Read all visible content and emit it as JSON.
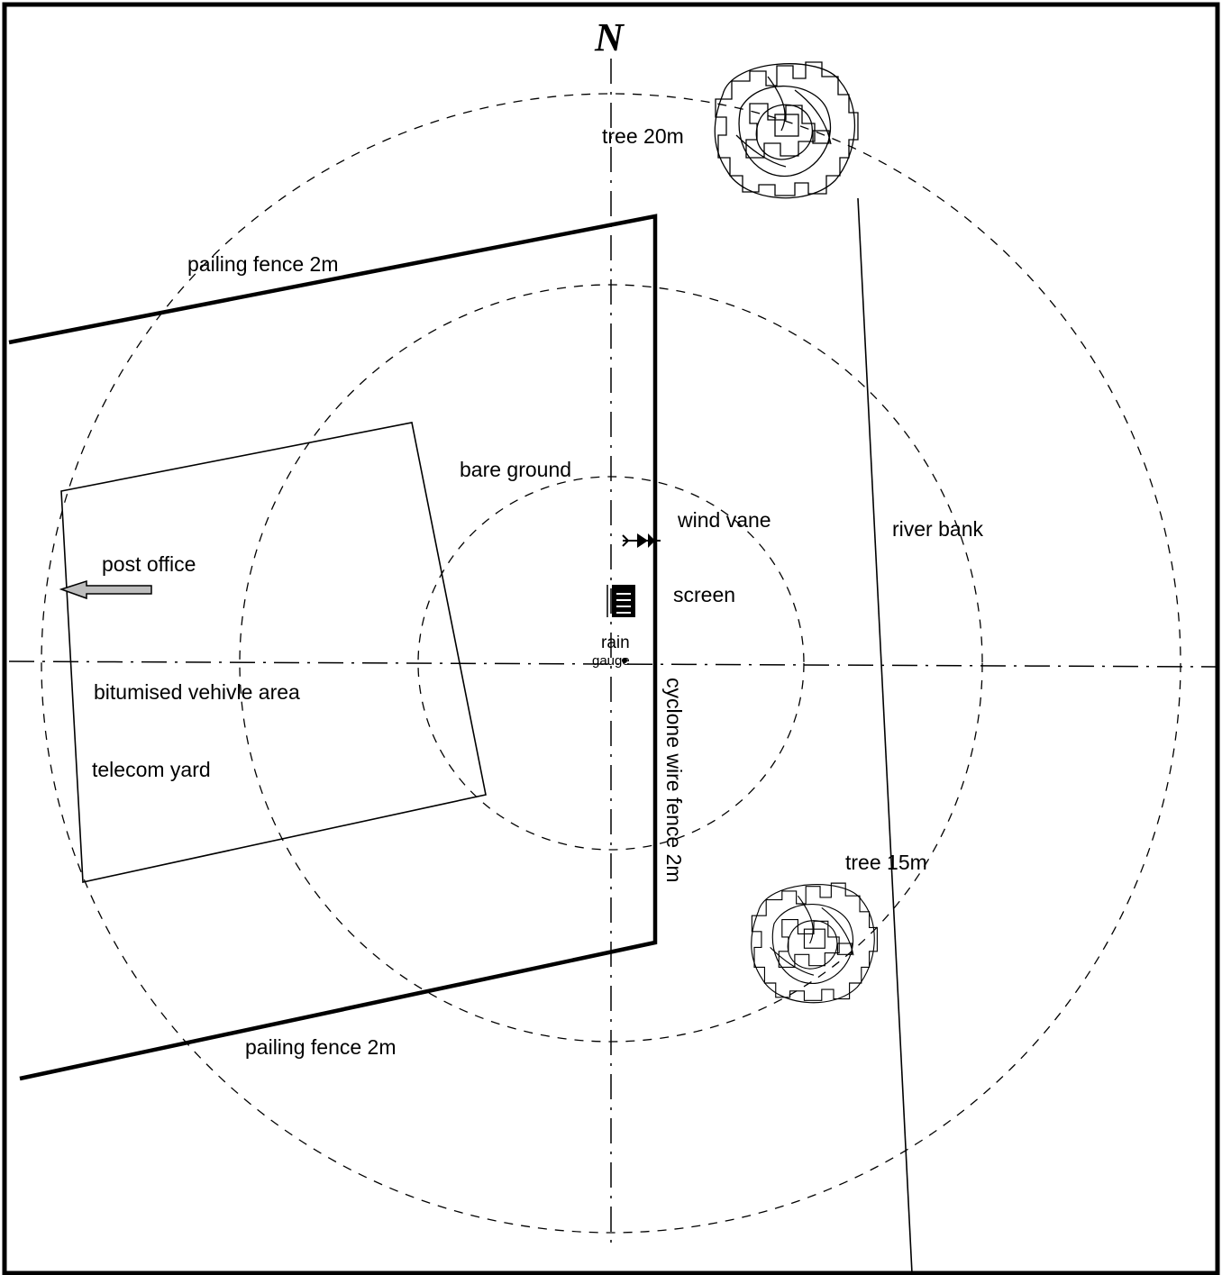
{
  "north_label": "N",
  "labels": {
    "tree_north": "tree 20m",
    "tree_south": "tree 15m",
    "pailing_fence_north": "pailing fence 2m",
    "pailing_fence_south": "pailing fence 2m",
    "bare_ground": "bare ground",
    "wind_vane": "wind vane",
    "river_bank": "river bank",
    "post_office": "post office",
    "screen": "screen",
    "rain": "rain",
    "gauge": "gauge",
    "bitumised_vehicle_area": "bitumised vehivle area",
    "telecom_yard": "telecom yard",
    "cyclone_fence": "cyclone wire fence 2m"
  },
  "icons": [
    "north-arrow-label",
    "tree-icon",
    "wind-vane-icon",
    "screen-icon",
    "rain-gauge-icon",
    "direction-arrow-icon"
  ],
  "colors": {
    "ink": "#000000",
    "background": "#ffffff",
    "arrow_fill": "#bdbdbd"
  }
}
